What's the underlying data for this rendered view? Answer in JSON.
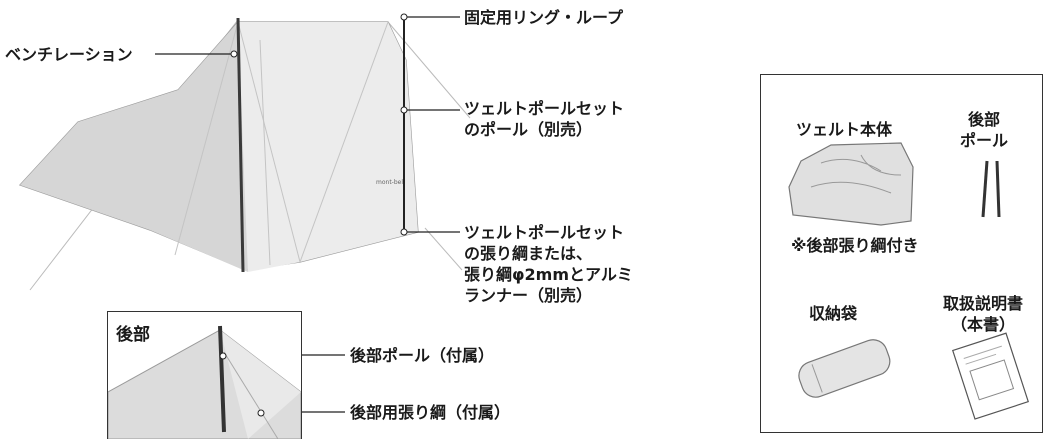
{
  "labels": {
    "ventilation": "ベンチレーション",
    "ring_loop": "固定用リング・ループ",
    "pole_line1": "ツェルトポールセット",
    "pole_line2": "のポール（別売）",
    "guy_line1": "ツェルトポールセット",
    "guy_line2": "の張り綱または、",
    "guy_line3": "張り綱φ2mmとアルミ",
    "guy_line4": "ランナー（別売）",
    "rear_pole": "後部ポール（付属）",
    "rear_guy": "後部用張り綱（付属）"
  },
  "inset": {
    "title": "後部"
  },
  "contents": {
    "body": "ツェルト本体",
    "rear_pole_line1": "後部",
    "rear_pole_line2": "ポール",
    "note": "※後部張り綱付き",
    "bag": "収納袋",
    "manual_line1": "取扱説明書",
    "manual_line2": "（本書）"
  },
  "logo_text": "mont-bell"
}
